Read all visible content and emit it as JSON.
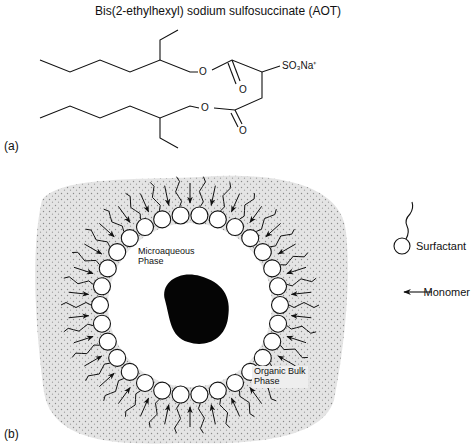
{
  "diagram": {
    "title": "Bis(2-ethylhexyl) sodium sulfosuccinate (AOT)",
    "labels": [
      "(a)",
      "O",
      "O",
      "O",
      "O",
      "SO₃Na⁺",
      "Microaqueous Phase",
      "Organic Bulk Phase",
      "(b)"
    ],
    "legend": [
      {
        "text": "Surfactant"
      },
      {
        "text": "Monomer"
      }
    ]
  }
}
